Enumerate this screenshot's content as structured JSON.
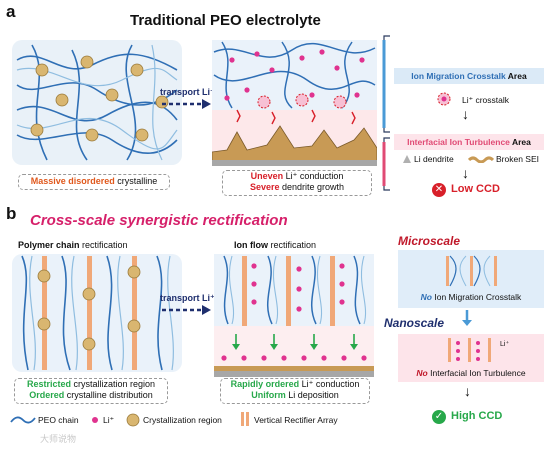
{
  "panel_a": {
    "letter": "a",
    "title": "Traditional PEO electrolyte",
    "left_caption_strong": "Massive disordered",
    "left_caption_rest": " crystalline",
    "arrow_label": "transport Li⁺",
    "mid_caption_1_strong": "Uneven",
    "mid_caption_1_rest": " Li⁺ conduction",
    "mid_caption_2_strong": "Severe",
    "mid_caption_2_rest": " dendrite growth",
    "area1_label_colored": "Ion Migration Crosstalk",
    "area1_label_rest": " Area",
    "crosstalk_label": "Li⁺ crosstalk",
    "area2_label_colored": "Interfacial Ion Turbulence",
    "area2_label_rest": " Area",
    "legend_dendrite": "Li dendrite",
    "legend_sei": "Broken SEI",
    "result": "Low CCD"
  },
  "panel_b": {
    "letter": "b",
    "title": "Cross-scale synergistic rectification",
    "left_heading_strong": "Polymer chain",
    "left_heading_rest": " rectification",
    "mid_heading_strong": "Ion flow",
    "mid_heading_rest": " rectification",
    "arrow_label": "transport Li⁺",
    "left_caption_1_strong": "Restricted",
    "left_caption_1_rest": " crystallization region",
    "left_caption_2_strong": "Ordered",
    "left_caption_2_rest": " crystalline distribution",
    "mid_caption_1_strong": "Rapidly ordered",
    "mid_caption_1_rest": " Li⁺ conduction",
    "mid_caption_2_strong": "Uniform",
    "mid_caption_2_rest": " Li deposition",
    "microscale": "Microscale",
    "micro_text_strong": "No",
    "micro_text_rest": " Ion Migration Crosstalk",
    "nanoscale": "Nanoscale",
    "nano_li": "Li⁺",
    "nano_text_strong": "No",
    "nano_text_rest": " Interfacial Ion Turbulence",
    "result": "High CCD"
  },
  "legend": {
    "peo": "PEO chain",
    "li": "Li⁺",
    "cryst": "Crystallization region",
    "rectifier": "Vertical Rectifier Array"
  },
  "watermark": "大师说物",
  "colors": {
    "chain": "#2f6fb5",
    "chain_light": "#8fbde0",
    "li": "#e0338f",
    "rectifier": "#f0a878",
    "crystal": "#c9a35a",
    "red": "#d8202a",
    "green": "#27a84a",
    "orange_text": "#e0581c",
    "nav": "#1f2f6e"
  }
}
